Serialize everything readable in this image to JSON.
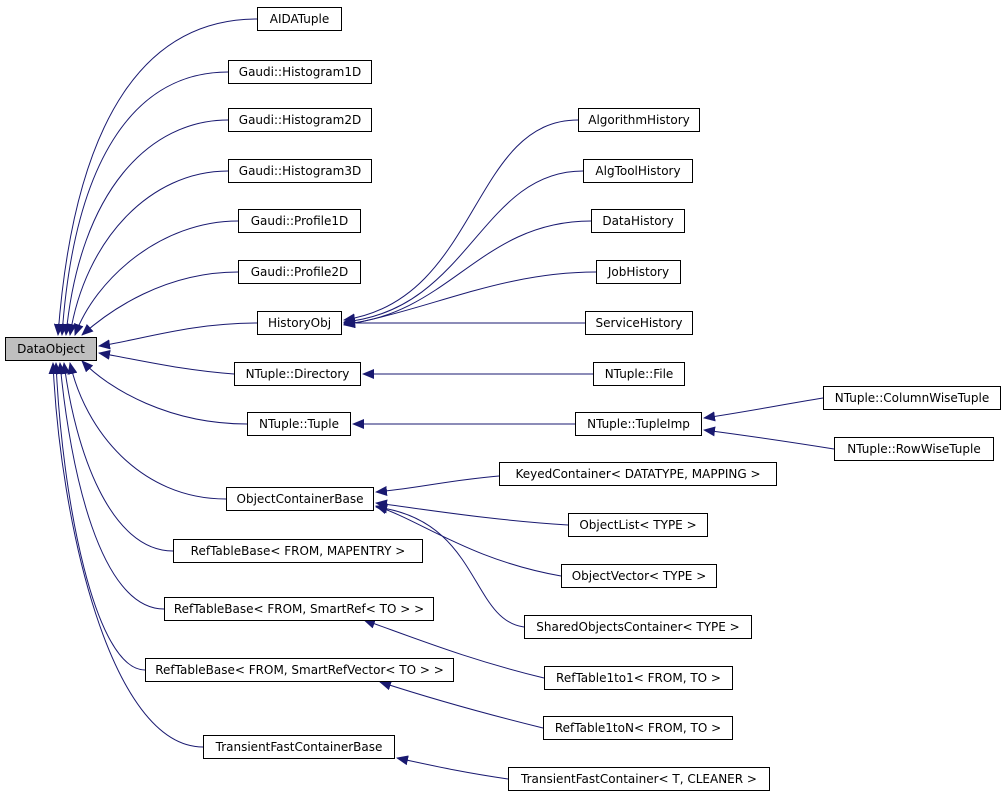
{
  "diagram": {
    "nodes": {
      "data_object": "DataObject",
      "aida_tuple": "AIDATuple",
      "histogram1d": "Gaudi::Histogram1D",
      "histogram2d": "Gaudi::Histogram2D",
      "histogram3d": "Gaudi::Histogram3D",
      "profile1d": "Gaudi::Profile1D",
      "profile2d": "Gaudi::Profile2D",
      "history_obj": "HistoryObj",
      "ntuple_directory": "NTuple::Directory",
      "ntuple_tuple": "NTuple::Tuple",
      "object_container_base": "ObjectContainerBase",
      "ref_table_base_mapentry": "RefTableBase< FROM, MAPENTRY >",
      "ref_table_base_smartref": "RefTableBase< FROM, SmartRef< TO > >",
      "ref_table_base_smartrefvector": "RefTableBase< FROM, SmartRefVector< TO > >",
      "transient_fast_container_base": "TransientFastContainerBase",
      "algorithm_history": "AlgorithmHistory",
      "algtool_history": "AlgToolHistory",
      "data_history": "DataHistory",
      "job_history": "JobHistory",
      "service_history": "ServiceHistory",
      "ntuple_file": "NTuple::File",
      "ntuple_tuple_imp": "NTuple::TupleImp",
      "ntuple_columnwise_tuple": "NTuple::ColumnWiseTuple",
      "ntuple_rowwise_tuple": "NTuple::RowWiseTuple",
      "keyed_container": "KeyedContainer< DATATYPE, MAPPING >",
      "object_list": "ObjectList< TYPE >",
      "object_vector": "ObjectVector< TYPE >",
      "shared_objects_container": "SharedObjectsContainer< TYPE >",
      "ref_table_1to1": "RefTable1to1< FROM, TO >",
      "ref_table_1ton": "RefTable1toN< FROM, TO >",
      "transient_fast_container": "TransientFastContainer< T, CLEANER >"
    },
    "colors": {
      "edge": "#191970",
      "root_fill": "#bfbfbf",
      "node_fill": "#ffffff",
      "border": "#000000"
    }
  }
}
